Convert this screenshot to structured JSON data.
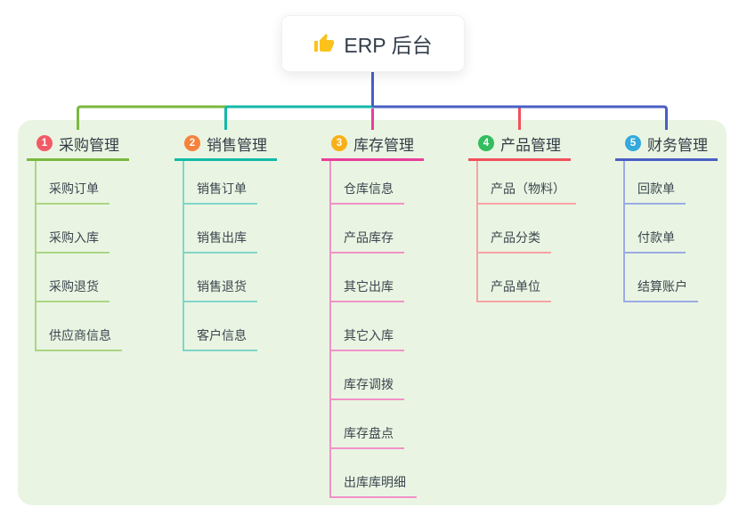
{
  "root": {
    "label": "ERP 后台",
    "icon": "thumbs-up-icon",
    "icon_color": "#fcc21b"
  },
  "branches": [
    {
      "num": "1",
      "label": "采购管理",
      "badge_color": "#f25b66",
      "line_color": "#7bb93f",
      "child_line_color": "#abd584",
      "children": [
        "采购订单",
        "采购入库",
        "采购退货",
        "供应商信息"
      ]
    },
    {
      "num": "2",
      "label": "销售管理",
      "badge_color": "#f6823c",
      "line_color": "#13b9a8",
      "child_line_color": "#81d5ca",
      "children": [
        "销售订单",
        "销售出库",
        "销售退货",
        "客户信息"
      ]
    },
    {
      "num": "3",
      "label": "库存管理",
      "badge_color": "#f9b017",
      "line_color": "#e83e9c",
      "child_line_color": "#f291c8",
      "children": [
        "仓库信息",
        "产品库存",
        "其它出库",
        "其它入库",
        "库存调拨",
        "库存盘点",
        "出库库明细"
      ]
    },
    {
      "num": "4",
      "label": "产品管理",
      "badge_color": "#33bd5e",
      "line_color": "#f2505c",
      "child_line_color": "#f7a2a6",
      "children": [
        "产品（物料）",
        "产品分类",
        "产品单位"
      ]
    },
    {
      "num": "5",
      "label": "财务管理",
      "badge_color": "#33a9dd",
      "line_color": "#4a5ec4",
      "child_line_color": "#9cabe4",
      "children": [
        "回款单",
        "付款单",
        "结算账户"
      ]
    }
  ],
  "colors": {
    "panel_bg": "#e9f5e2",
    "root_connector": "#4a5ec4",
    "title_text": "#323c46",
    "child_text": "#3c4650"
  }
}
